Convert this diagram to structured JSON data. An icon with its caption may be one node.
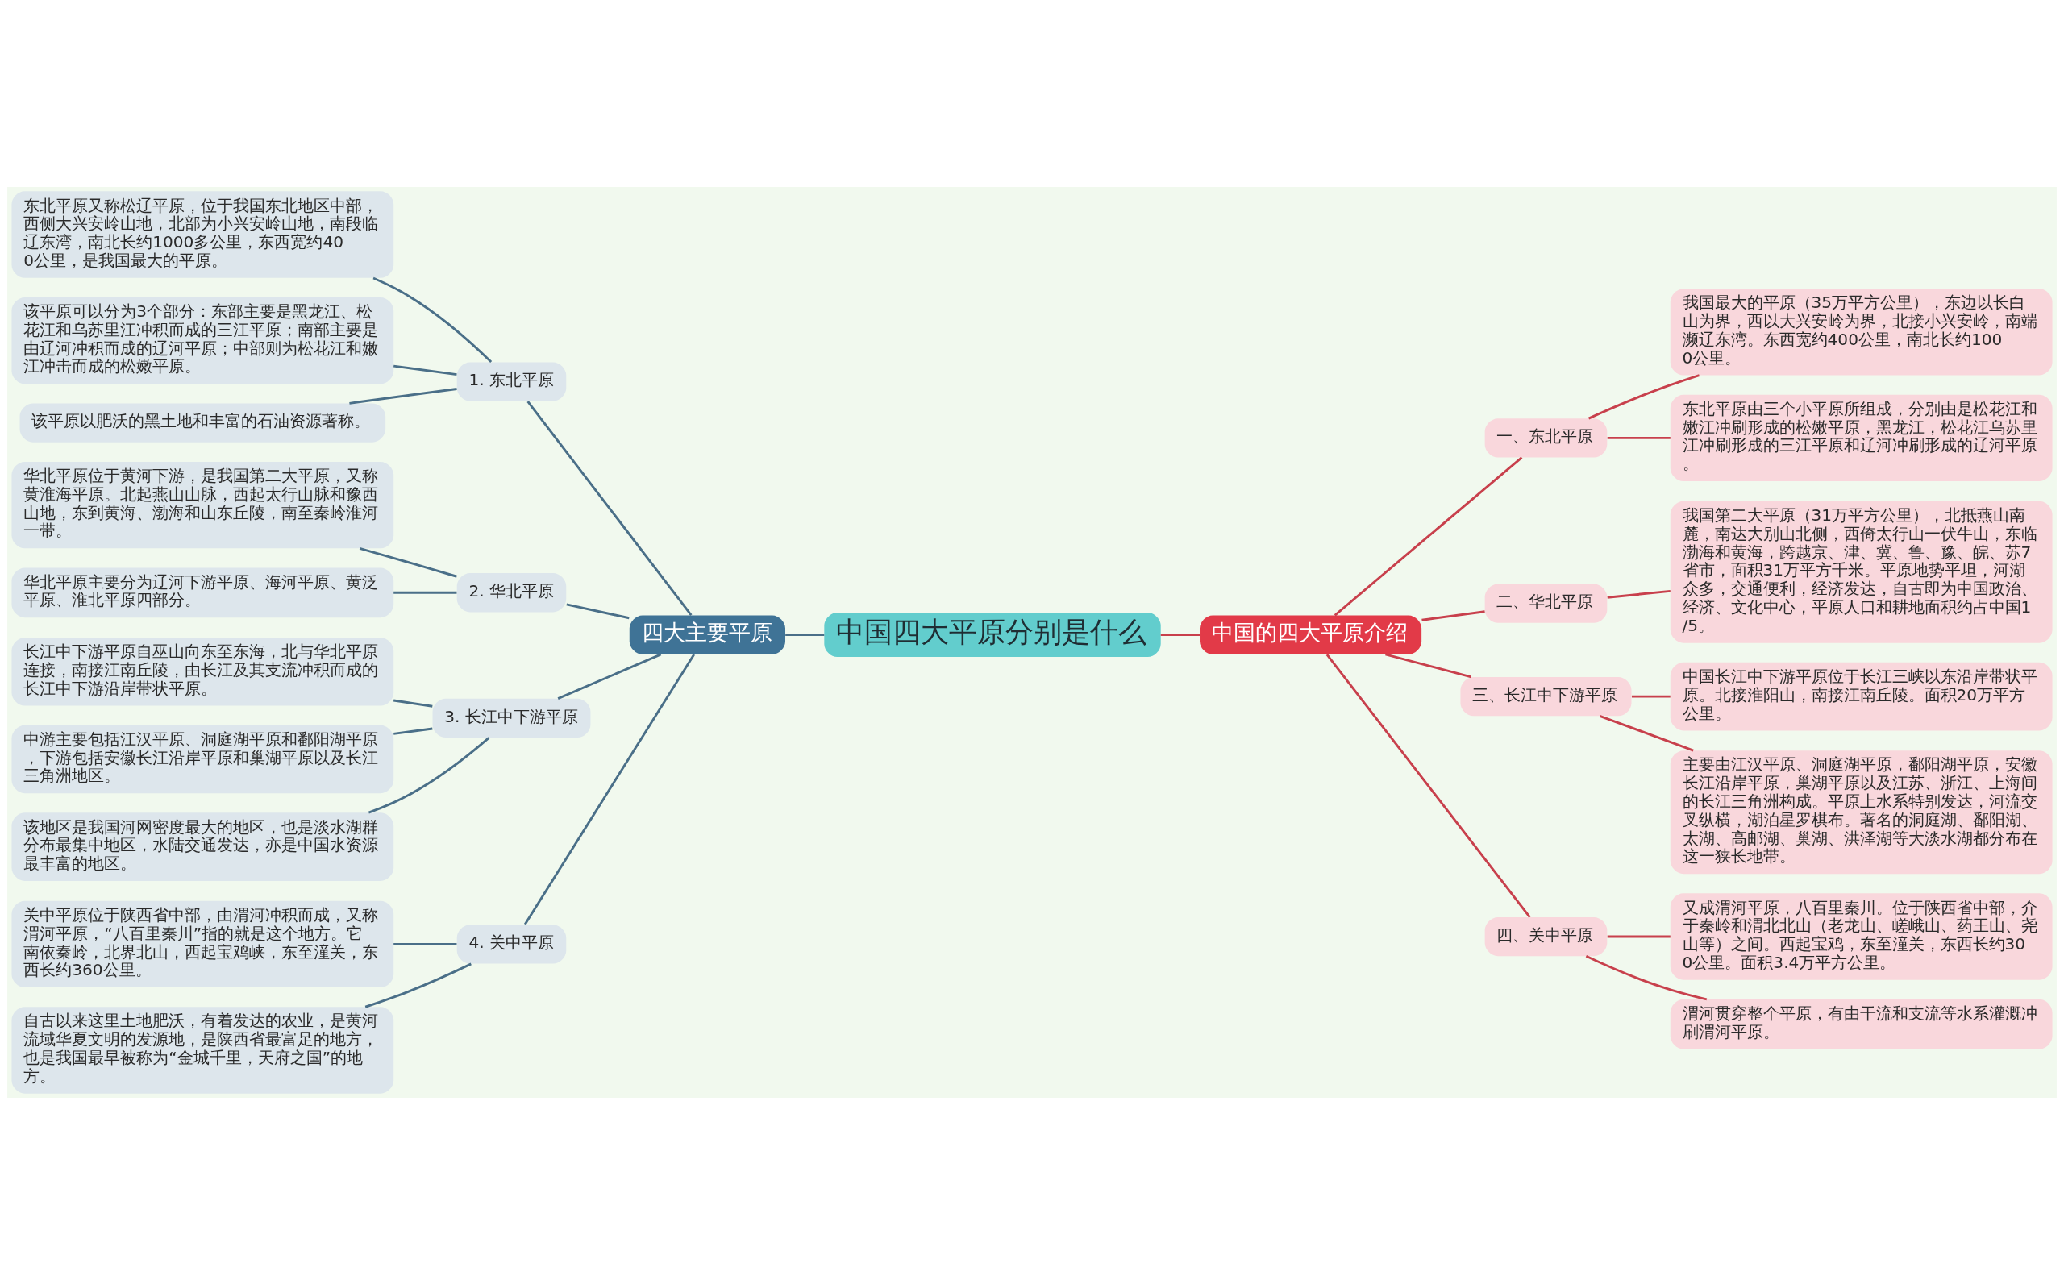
{
  "diagram": {
    "nodes": [
      {
        "text": [
          "中国四大平原分别是什么"
        ]
      },
      {
        "text": [
          "四大主要平原"
        ]
      },
      {
        "text": [
          "1. 东北平原"
        ]
      },
      {
        "text": [
          "东北平原又称松辽平原，位于我国东北地区中部，西侧大兴安岭山地，北部为小兴安岭山地，南段临辽东湾，南北长约1000多公里，东西宽约400公里，是我国最大的平原。"
        ]
      },
      {
        "text": [
          "该平原可以分为3个部分：东部主要是黑龙江、松花江和乌苏里江冲积而成的三江平原；南部主要是由辽河冲积而成的辽河平原；中部则为松花江和嫩江冲击而成的松嫩平原。"
        ]
      },
      {
        "text": [
          "该平原以肥沃的黑土地和丰富的石油资源著称。"
        ]
      },
      {
        "text": [
          "2. 华北平原"
        ]
      },
      {
        "text": [
          "华北平原位于黄河下游，是我国第二大平原，又称黄淮海平原。北起燕山山脉，西起太行山脉和豫西山地，东到黄海、渤海和山东丘陵，南至秦岭淮河一带。"
        ]
      },
      {
        "text": [
          "华北平原主要分为辽河下游平原、海河平原、黄泛平原、淮北平原四部分。"
        ]
      },
      {
        "text": [
          "3. 长江中下游平原"
        ]
      },
      {
        "text": [
          "长江中下游平原自巫山向东至东海，北与华北平原连接，南接江南丘陵，由长江及其支流冲积而成的长江中下游沿岸带状平原。"
        ]
      },
      {
        "text": [
          "中游主要包括江汉平原、洞庭湖平原和鄱阳湖平原，下游包括安徽长江沿岸平原和巢湖平原以及长江三角洲地区。"
        ]
      },
      {
        "text": [
          "该地区是我国河网密度最大的地区，也是淡水湖群分布最集中地区，水陆交通发达，亦是中国水资源最丰富的地区。"
        ]
      },
      {
        "text": [
          "4. 关中平原"
        ]
      },
      {
        "text": [
          "关中平原位于陕西省中部，由渭河冲积而成，又称渭河平原，“八百里秦川”指的就是这个地方。它南依秦岭，北界北山，西起宝鸡峡，东至潼关，东西长约360公里。"
        ]
      },
      {
        "text": [
          "自古以来这里土地肥沃，有着发达的农业，是黄河流域华夏文明的发源地，是陕西省最富足的地方，也是我国最早被称为“金城千里，天府之国”的地方。"
        ]
      },
      {
        "text": [
          "中国的四大平原介绍"
        ]
      },
      {
        "text": [
          "一、东北平原"
        ]
      },
      {
        "text": [
          "我国最大的平原（35万平方公里），东边以长白山为界，西以大兴安岭为界，北接小兴安岭，南端濒辽东湾。东西宽约400公里，南北长约1000公里。"
        ]
      },
      {
        "text": [
          "东北平原由三个小平原所组成，分别由是松花江和嫩江冲刷形成的松嫩平原，黑龙江，松花江乌苏里江冲刷形成的三江平原和辽河冲刷形成的辽河平原。"
        ]
      },
      {
        "text": [
          "二、华北平原"
        ]
      },
      {
        "text": [
          "我国第二大平原（31万平方公里），北抵燕山南麓，南达大别山北侧，西倚太行山一伏牛山，东临渤海和黄海，跨越京、津、冀、鲁、豫、皖、苏7省市，面积31万平方千米。平原地势平坦，河湖众多，交通便利，经济发达，自古即为中国政治、经济、文化中心，平原人口和耕地面积约占中国1/5。"
        ]
      },
      {
        "text": [
          "三、长江中下游平原"
        ]
      },
      {
        "text": [
          "中国长江中下游平原位于长江三峡以东沿岸带状平原。北接淮阳山，南接江南丘陵。面积20万平方公里。"
        ]
      },
      {
        "text": [
          "主要由江汉平原、洞庭湖平原，鄱阳湖平原，安徽长江沿岸平原，巢湖平原以及江苏、浙江、上海间的长江三角洲构成。平原上水系特别发达，河流交叉纵横，湖泊星罗棋布。著名的洞庭湖、鄱阳湖、太湖、高邮湖、巢湖、洪泽湖等大淡水湖都分布在这一狭长地带。"
        ]
      },
      {
        "text": [
          "四、关中平原"
        ]
      },
      {
        "text": [
          "又成渭河平原，八百里秦川。位于陕西省中部，介于秦岭和渭北北山（老龙山、嵯峨山、药王山、尧山等）之间。西起宝鸡，东至潼关，东西长约300公里。面积3.4万平方公里。"
        ]
      },
      {
        "text": [
          "渭河贯穿整个平原，有由干流和支流等水系灌溉冲刷渭河平原。"
        ]
      }
    ],
    "edges": [
      {
        "from": 1,
        "to": 0,
        "arrow": "none"
      },
      {
        "from": 2,
        "to": 1,
        "arrow": "none"
      },
      {
        "from": 3,
        "to": 2,
        "arrow": "none"
      },
      {
        "from": 4,
        "to": 2,
        "arrow": "none"
      },
      {
        "from": 5,
        "to": 2,
        "arrow": "none"
      },
      {
        "from": 6,
        "to": 1,
        "arrow": "none"
      },
      {
        "from": 7,
        "to": 6,
        "arrow": "none"
      },
      {
        "from": 8,
        "to": 6,
        "arrow": "none"
      },
      {
        "from": 9,
        "to": 1,
        "arrow": "none"
      },
      {
        "from": 10,
        "to": 9,
        "arrow": "none"
      },
      {
        "from": 11,
        "to": 9,
        "arrow": "none"
      },
      {
        "from": 12,
        "to": 9,
        "arrow": "none"
      },
      {
        "from": 13,
        "to": 1,
        "arrow": "none"
      },
      {
        "from": 14,
        "to": 13,
        "arrow": "none"
      },
      {
        "from": 15,
        "to": 13,
        "arrow": "none"
      },
      {
        "from": 0,
        "to": 16,
        "arrow": "none",
        "color": "#c8404c"
      },
      {
        "from": 16,
        "to": 17,
        "arrow": "none",
        "color": "#c8404c"
      },
      {
        "from": 17,
        "to": 18,
        "arrow": "none",
        "color": "#c8404c"
      },
      {
        "from": 17,
        "to": 19,
        "arrow": "none",
        "color": "#c8404c"
      },
      {
        "from": 16,
        "to": 20,
        "arrow": "none",
        "color": "#c8404c"
      },
      {
        "from": 20,
        "to": 21,
        "arrow": "none",
        "color": "#c8404c"
      },
      {
        "from": 16,
        "to": 22,
        "arrow": "none",
        "color": "#c8404c"
      },
      {
        "from": 22,
        "to": 23,
        "arrow": "none",
        "color": "#c8404c"
      },
      {
        "from": 22,
        "to": 24,
        "arrow": "none",
        "color": "#c8404c"
      },
      {
        "from": 16,
        "to": 25,
        "arrow": "none",
        "color": "#c8404c"
      },
      {
        "from": 25,
        "to": 26,
        "arrow": "none",
        "color": "#c8404c"
      },
      {
        "from": 25,
        "to": 27,
        "arrow": "none",
        "color": "#c8404c"
      }
    ]
  }
}
